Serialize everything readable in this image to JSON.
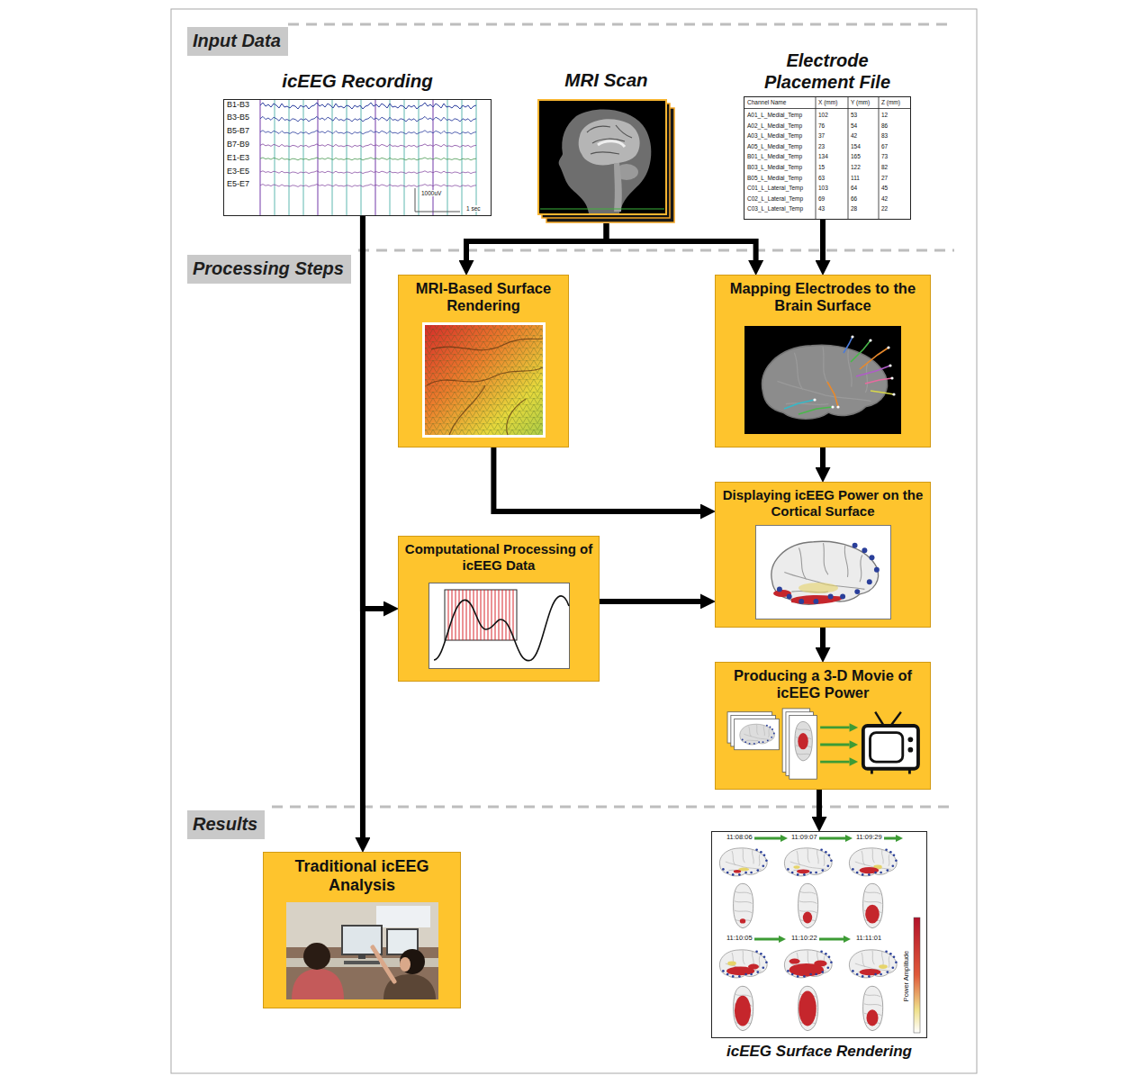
{
  "diagram": {
    "nodes": [
      {
        "text": [
          "Input Data"
        ]
      },
      {
        "text": [
          "icEEG Recording"
        ]
      },
      {
        "text": [
          "MRI Scan"
        ]
      },
      {
        "text": [
          "Electrode Placement File"
        ]
      },
      {
        "text": [
          "Processing Steps"
        ]
      },
      {
        "text": [
          "MRI-Based Surface Rendering"
        ]
      },
      {
        "text": [
          "Mapping Electrodes to the Brain Surface"
        ]
      },
      {
        "text": [
          "Displaying icEEG Power on the Cortical Surface"
        ]
      },
      {
        "text": [
          "Computational Processing of icEEG Data"
        ]
      },
      {
        "text": [
          "Producing a 3-D Movie of icEEG Power"
        ]
      },
      {
        "text": [
          "Results"
        ]
      },
      {
        "text": [
          "Traditional icEEG Analysis"
        ]
      },
      {
        "text": [
          "icEEG Surface Rendering"
        ]
      }
    ],
    "edges": [
      {
        "from": 2,
        "to": 5,
        "arrow": "to"
      },
      {
        "from": 2,
        "to": 6,
        "arrow": "to"
      },
      {
        "from": 3,
        "to": 6,
        "arrow": "to"
      },
      {
        "from": 5,
        "to": 7,
        "arrow": "to"
      },
      {
        "from": 6,
        "to": 7,
        "arrow": "to"
      },
      {
        "from": 1,
        "to": 8,
        "arrow": "to"
      },
      {
        "from": 1,
        "to": 11,
        "arrow": "to"
      },
      {
        "from": 8,
        "to": 7,
        "arrow": "to"
      },
      {
        "from": 7,
        "to": 9,
        "arrow": "to"
      },
      {
        "from": 9,
        "to": 12,
        "arrow": "to"
      }
    ],
    "labels": [
      "B1-B3",
      "B3-B5",
      "B5-B7",
      "B7-B9",
      "E1-E3",
      "E3-E5",
      "E5-E7",
      "1000uV",
      "1 sec",
      "Channel Name",
      "X (mm)",
      "Y (mm)",
      "Z (mm)",
      "A01_L_Medial_Temp",
      "102",
      "53",
      "12",
      "A02_L_Medial_Temp",
      "76",
      "54",
      "86",
      "A03_L_Medial_Temp",
      "37",
      "42",
      "83",
      "A05_L_Medial_Temp",
      "23",
      "154",
      "67",
      "B01_L_Medial_Temp",
      "134",
      "165",
      "73",
      "B03_L_Medial_Temp",
      "15",
      "122",
      "82",
      "B05_L_Medial_Temp",
      "63",
      "111",
      "27",
      "C01_L_Lateral_Temp",
      "103",
      "64",
      "45",
      "C02_L_Lateral_Temp",
      "69",
      "66",
      "42",
      "C03_L_Lateral_Temp",
      "43",
      "28",
      "22",
      "11:08:06",
      "11:09:07",
      "11:09:29",
      "11:10:05",
      "11:10:22",
      "11:11:01",
      "Power Amplitude"
    ]
  }
}
